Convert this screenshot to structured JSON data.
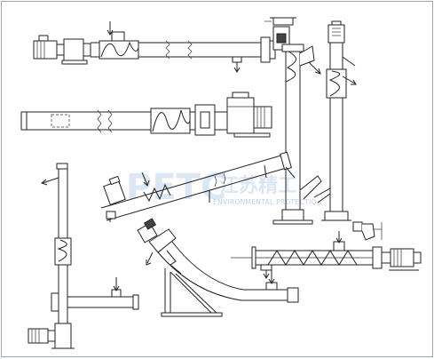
{
  "watermark": {
    "brand_letters": "PETC",
    "brand_cn": "江苏精工",
    "brand_en": "ENVIRONMENTAL PROTECTION",
    "color": "#cfe0f0"
  },
  "diagram": {
    "subject": "screw conveyor configurations",
    "line_color": "#222222",
    "border_color": "#9aa7b8",
    "icons": [
      "motor-icon",
      "gearbox-icon",
      "screw-flight-icon",
      "arrow-icon",
      "hopper-icon",
      "support-frame-icon"
    ]
  }
}
